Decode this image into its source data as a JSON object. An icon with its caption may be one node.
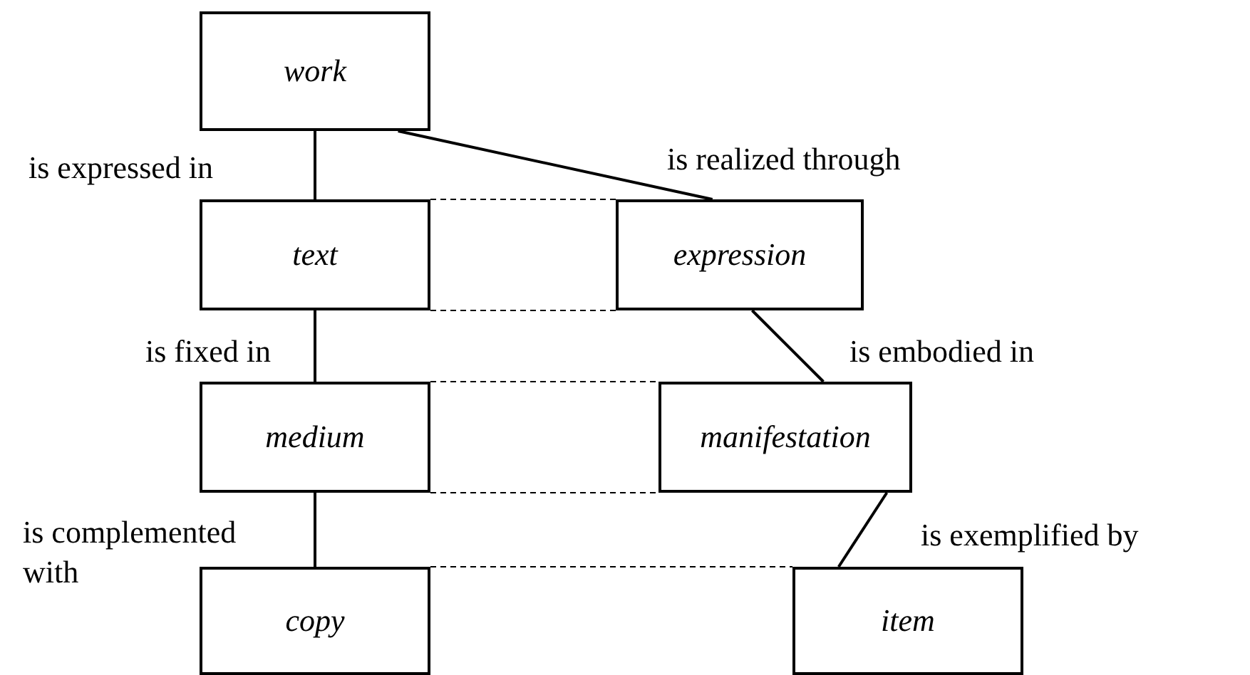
{
  "diagram": {
    "nodes": [
      {
        "text": [
          "work"
        ]
      },
      {
        "text": [
          "text"
        ]
      },
      {
        "text": [
          "expression"
        ]
      },
      {
        "text": [
          "medium"
        ]
      },
      {
        "text": [
          "manifestation"
        ]
      },
      {
        "text": [
          "copy"
        ]
      },
      {
        "text": [
          "item"
        ]
      }
    ],
    "edges": [
      {
        "from": 0,
        "to": 1,
        "arrow": "none",
        "label": "is expressed in"
      },
      {
        "from": 0,
        "to": 2,
        "arrow": "none",
        "label": "is realized through"
      },
      {
        "from": 1,
        "to": 2,
        "arrow": "none",
        "style": "dashed"
      },
      {
        "from": 1,
        "to": 2,
        "arrow": "none",
        "style": "dashed"
      },
      {
        "from": 1,
        "to": 3,
        "arrow": "none",
        "label": "is fixed in"
      },
      {
        "from": 2,
        "to": 4,
        "arrow": "none",
        "label": "is embodied in"
      },
      {
        "from": 3,
        "to": 4,
        "arrow": "none",
        "style": "dashed"
      },
      {
        "from": 3,
        "to": 4,
        "arrow": "none",
        "style": "dashed"
      },
      {
        "from": 3,
        "to": 5,
        "arrow": "none",
        "label": "is complemented with"
      },
      {
        "from": 4,
        "to": 6,
        "arrow": "none",
        "label": "is exemplified by"
      },
      {
        "from": 5,
        "to": 6,
        "arrow": "none",
        "style": "dashed"
      }
    ]
  }
}
